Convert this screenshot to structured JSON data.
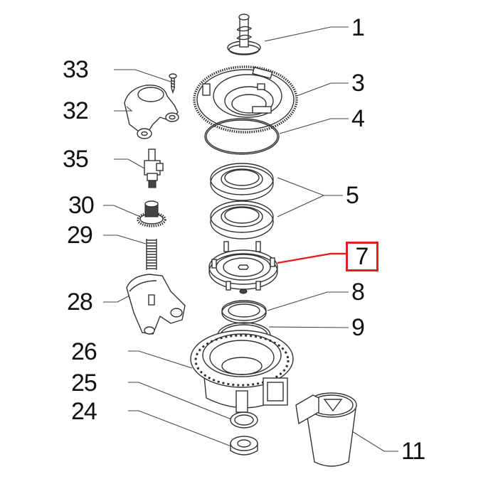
{
  "diagram": {
    "type": "exploded-parts-diagram",
    "highlight_color": "#e0201f",
    "highlighted_part": "7",
    "parts": [
      {
        "id": "1",
        "label": "1",
        "name": "worm-shaft"
      },
      {
        "id": "3",
        "label": "3",
        "name": "toothed-ring-gear"
      },
      {
        "id": "4",
        "label": "4",
        "name": "o-ring"
      },
      {
        "id": "5",
        "label": "5",
        "name": "grinder-rings"
      },
      {
        "id": "7",
        "label": "7",
        "name": "grinder-carrier"
      },
      {
        "id": "8",
        "label": "8",
        "name": "seal-ring"
      },
      {
        "id": "9",
        "label": "9",
        "name": "o-ring"
      },
      {
        "id": "11",
        "label": "11",
        "name": "cup"
      },
      {
        "id": "24",
        "label": "24",
        "name": "bushing"
      },
      {
        "id": "25",
        "label": "25",
        "name": "o-ring"
      },
      {
        "id": "26",
        "label": "26",
        "name": "housing"
      },
      {
        "id": "28",
        "label": "28",
        "name": "bracket"
      },
      {
        "id": "29",
        "label": "29",
        "name": "spring"
      },
      {
        "id": "30",
        "label": "30",
        "name": "pinion-gear"
      },
      {
        "id": "32",
        "label": "32",
        "name": "bracket-cover"
      },
      {
        "id": "33",
        "label": "33",
        "name": "screw"
      },
      {
        "id": "35",
        "label": "35",
        "name": "pin-assembly"
      }
    ]
  }
}
